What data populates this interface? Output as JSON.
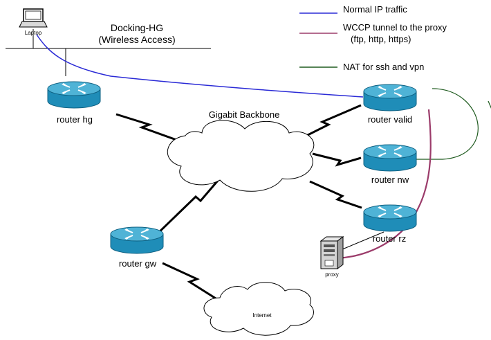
{
  "legend": {
    "normal": "Normal IP traffic",
    "wccp_line1": "WCCP tunnel to the proxy",
    "wccp_line2": "(ftp, http, https)",
    "nat": "NAT for ssh and vpn",
    "colors": {
      "normal": "#2a2ad6",
      "wccp": "#9b3b6a",
      "nat": "#1e5a1e"
    }
  },
  "nodes": {
    "laptop": "Laptop",
    "access_line1": "Docking-HG",
    "access_line2": "(Wireless Access)",
    "router_hg": "router hg",
    "router_valid": "router valid",
    "router_nw": "router nw",
    "router_rz": "router rz",
    "router_gw": "router gw",
    "proxy": "proxy",
    "backbone": "Gigabit Backbone",
    "internet": "Internet"
  },
  "colors": {
    "router_top": "#4fb3d6",
    "router_side": "#1f8db8",
    "router_icon": "#ffffff"
  }
}
